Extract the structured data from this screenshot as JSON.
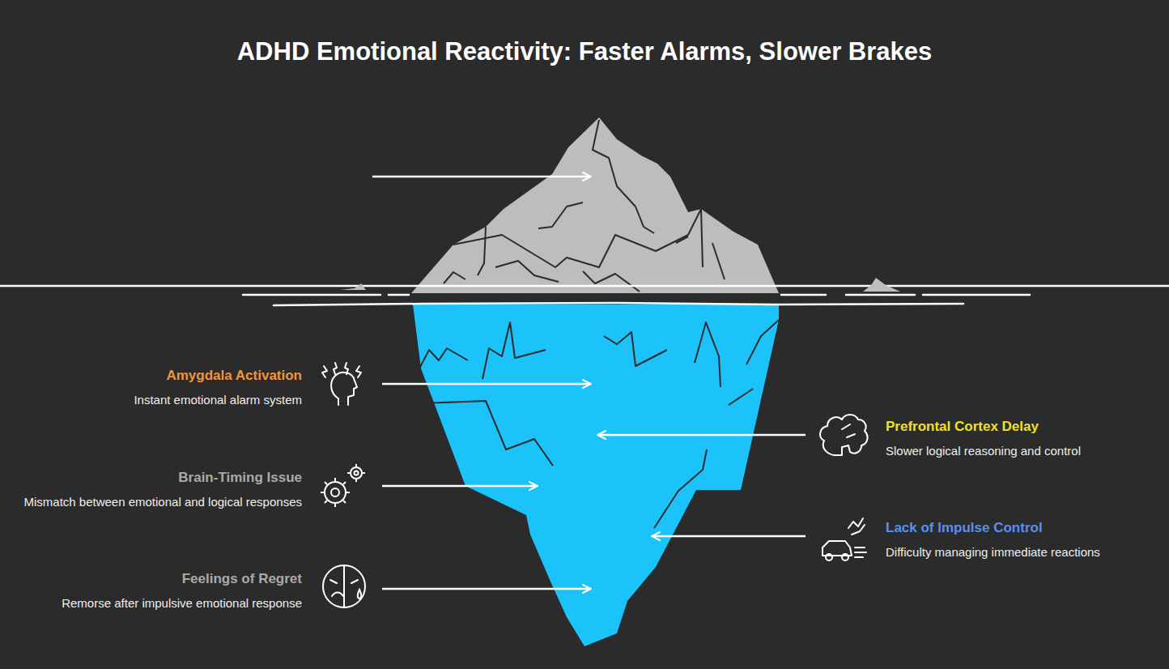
{
  "diagram": {
    "title": "ADHD Emotional Reactivity: Faster Alarms, Slower Brakes",
    "nodes": [
      {
        "text": [
          "Amygdala Activation",
          "Instant emotional alarm system"
        ]
      },
      {
        "text": [
          "Prefrontal Cortex Delay",
          "Slower logical reasoning and control"
        ]
      },
      {
        "text": [
          "Brain-Timing Issue",
          "Mismatch between emotional and logical responses"
        ]
      },
      {
        "text": [
          "Lack of Impulse Control",
          "Difficulty managing immediate reactions"
        ]
      },
      {
        "text": [
          "Feelings of Regret",
          "Remorse after impulsive emotional response"
        ]
      }
    ]
  }
}
